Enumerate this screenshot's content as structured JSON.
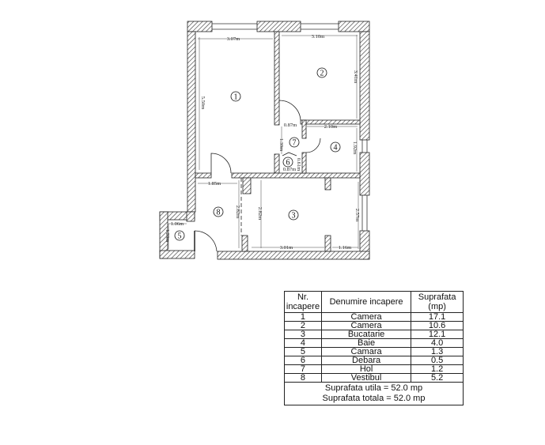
{
  "plan": {
    "rooms": [
      "1",
      "2",
      "3",
      "4",
      "5",
      "6",
      "7",
      "8"
    ],
    "dimensions": [
      "3.07m",
      "3.10m",
      "5.50m",
      "3.41m",
      "0.87m",
      "2.10m",
      "1.39m",
      "1.92m",
      "0.61m",
      "0.87m",
      "1.85m",
      "2.82m",
      "2.82m",
      "2.57m",
      "3.01m",
      "1.16m",
      "1.06m",
      "1.23m"
    ]
  },
  "table": {
    "headers": [
      "Nr. incapere",
      "Denumire incapere",
      "Suprafata (mp)"
    ],
    "rows": [
      [
        "1",
        "Camera",
        "17.1"
      ],
      [
        "2",
        "Camera",
        "10.6"
      ],
      [
        "3",
        "Bucatarie",
        "12.1"
      ],
      [
        "4",
        "Baie",
        "4.0"
      ],
      [
        "5",
        "Camara",
        "1.3"
      ],
      [
        "6",
        "Debara",
        "0.5"
      ],
      [
        "7",
        "Hol",
        "1.2"
      ],
      [
        "8",
        "Vestibul",
        "5.2"
      ]
    ],
    "footer": [
      "Suprafata utila = 52.0 mp",
      "Suprafata totala = 52.0 mp"
    ]
  }
}
